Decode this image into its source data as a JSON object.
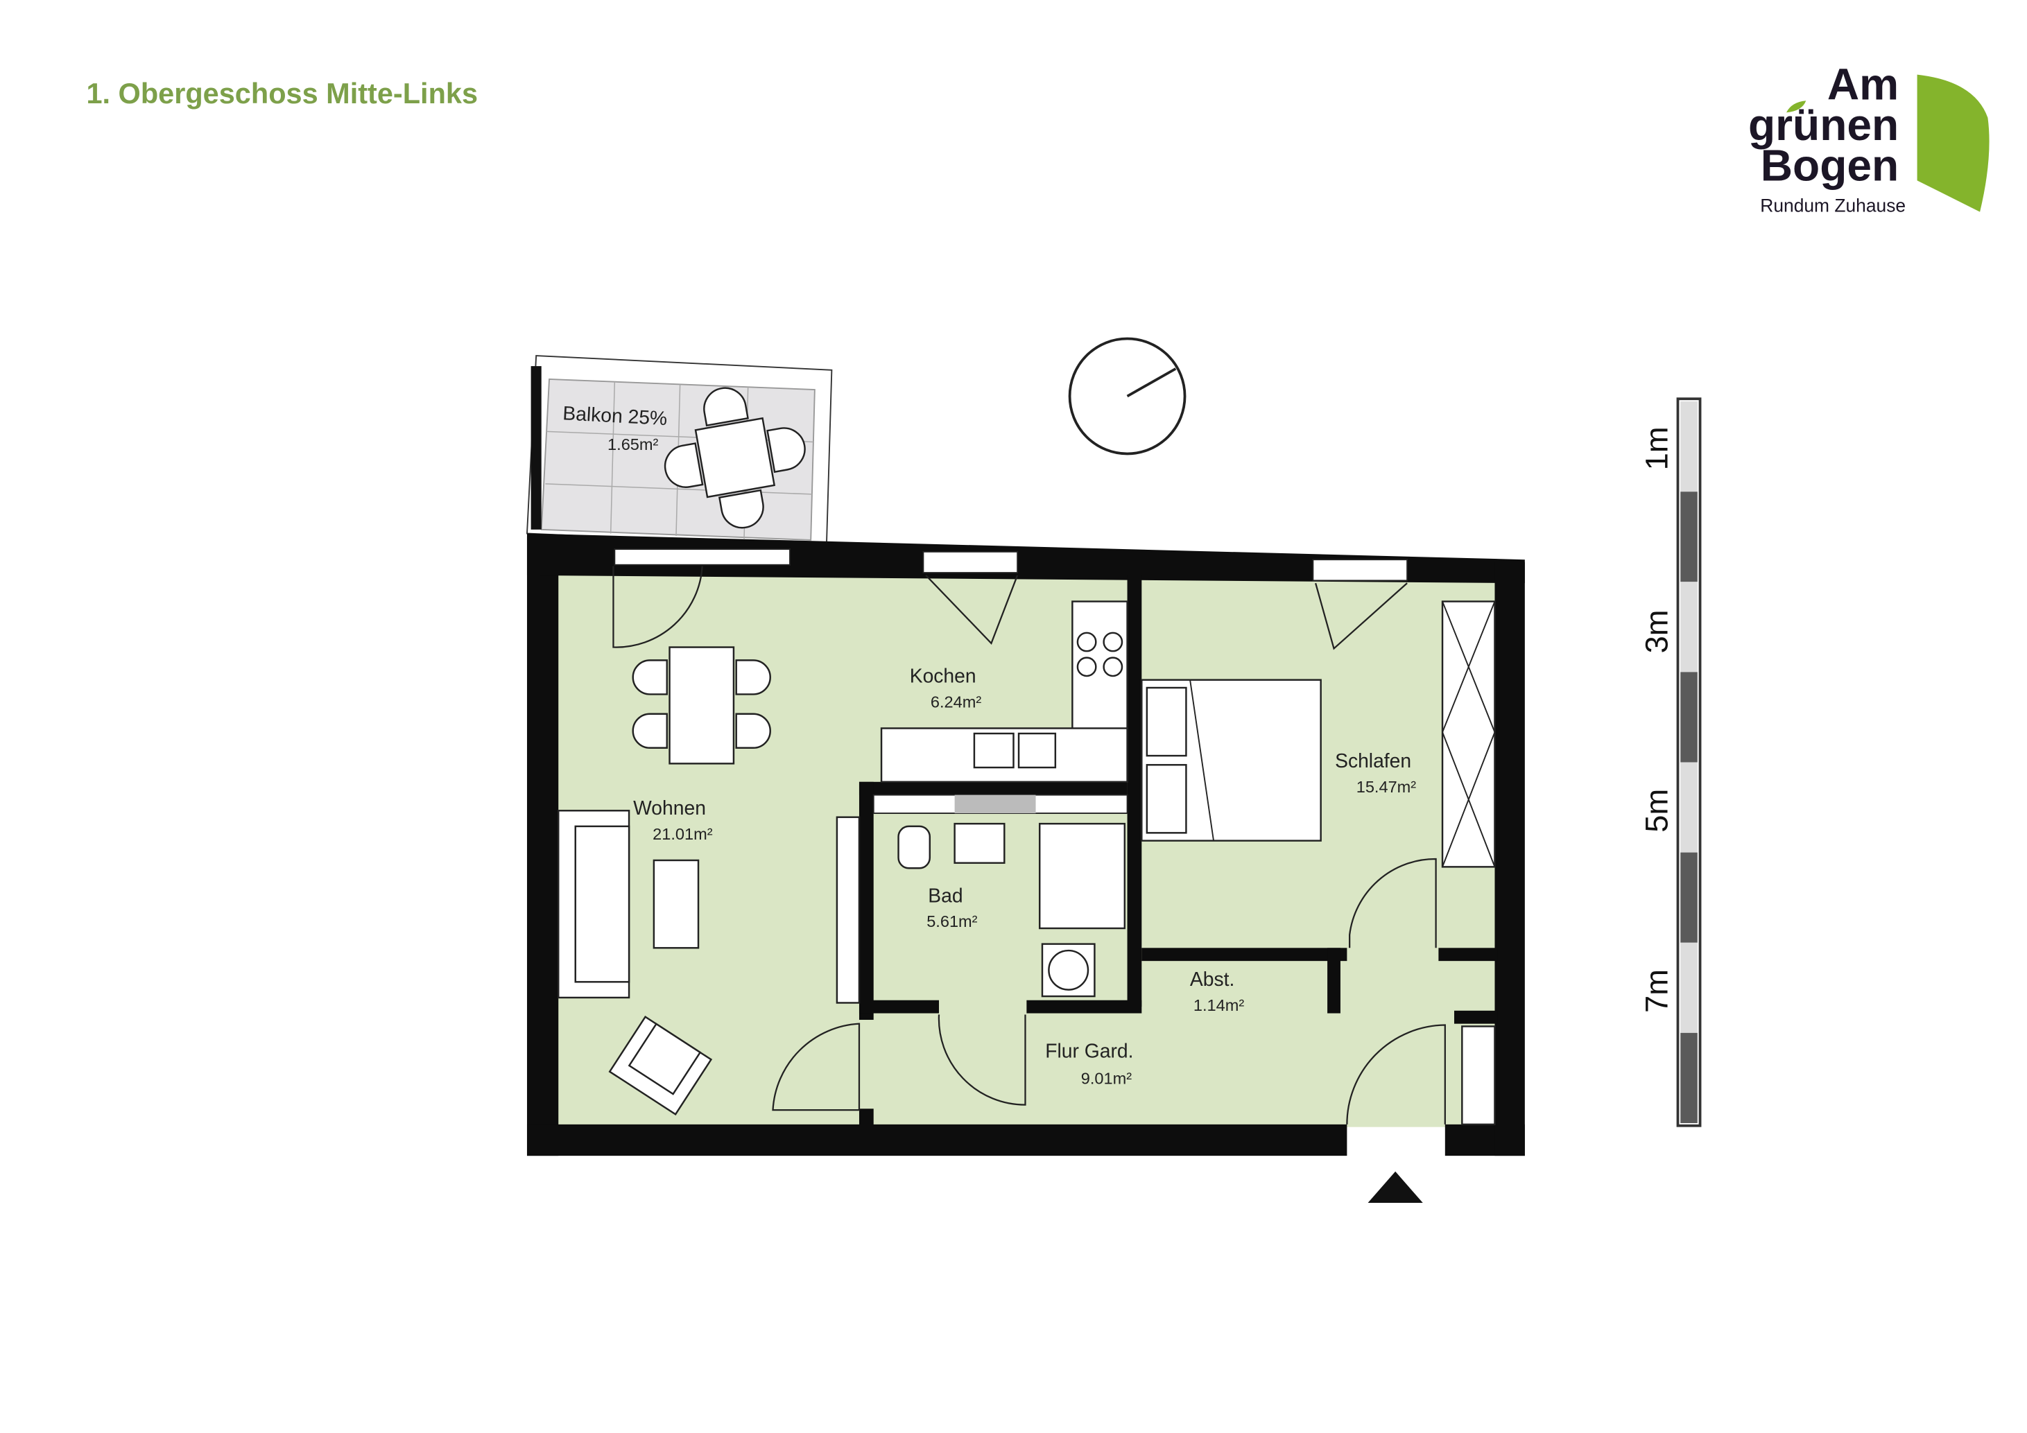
{
  "header": {
    "title": "1. Obergeschoss Mitte-Links"
  },
  "logo": {
    "line1": "Am",
    "line2": "grünen",
    "line3": "Bogen",
    "tagline": "Rundum Zuhause",
    "brand_color": "#84b42c",
    "text_color": "#1c1626"
  },
  "colors": {
    "title": "#7da04a",
    "floor": "#dae6c5",
    "balcony": "#e4e3e5",
    "wall": "#0d0d0d"
  },
  "rooms": [
    {
      "name": "Balkon 25%",
      "area": "1.65m²"
    },
    {
      "name": "Wohnen",
      "area": "21.01m²"
    },
    {
      "name": "Kochen",
      "area": "6.24m²"
    },
    {
      "name": "Bad",
      "area": "5.61m²"
    },
    {
      "name": "Schlafen",
      "area": "15.47m²"
    },
    {
      "name": "Abst.",
      "area": "1.14m²"
    },
    {
      "name": "Flur Gard.",
      "area": "9.01m²"
    }
  ],
  "scale": {
    "labels": [
      "1m",
      "3m",
      "5m",
      "7m"
    ]
  },
  "icons": {
    "compass": "north-arrow-compass",
    "entrance": "entrance-triangle"
  }
}
